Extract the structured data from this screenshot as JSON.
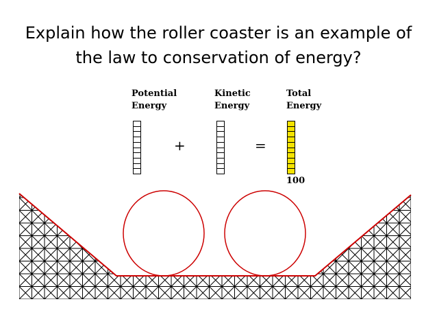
{
  "slide": {
    "title_line1": "Explain how the roller coaster is an example of",
    "title_line2": "the law to conservation of energy?"
  },
  "meters": {
    "potential": {
      "label_line1": "Potential",
      "label_line2": "Energy",
      "filled_segments": 0,
      "total_segments": 10
    },
    "kinetic": {
      "label_line1": "Kinetic",
      "label_line2": "Energy",
      "filled_segments": 0,
      "total_segments": 10
    },
    "total": {
      "label_line1": "Total",
      "label_line2": "Energy",
      "filled_segments": 10,
      "total_segments": 10,
      "value": "100"
    },
    "plus_sign": "+",
    "equals_sign": "=",
    "fill_color": "#f5e300"
  },
  "track": {
    "track_color": "#cc0000",
    "truss_color": "#000000",
    "loop_count": 2
  }
}
